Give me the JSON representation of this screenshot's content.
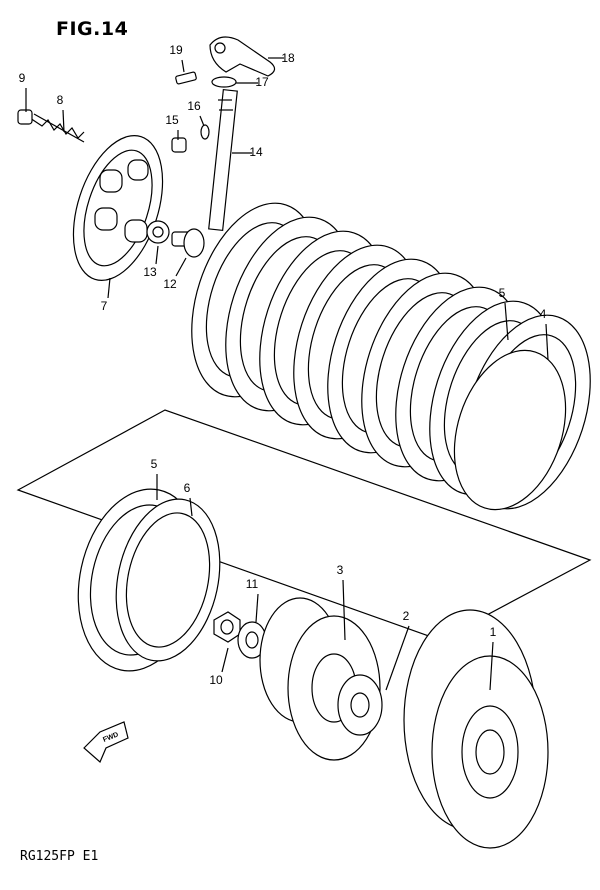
{
  "figure": {
    "title": "FIG.14",
    "model_code": "RG125FP  E1",
    "fwd_label": "FWD"
  },
  "callouts": [
    {
      "id": "c1",
      "label": "1"
    },
    {
      "id": "c2",
      "label": "2"
    },
    {
      "id": "c3",
      "label": "3"
    },
    {
      "id": "c4",
      "label": "4"
    },
    {
      "id": "c5a",
      "label": "5"
    },
    {
      "id": "c5b",
      "label": "5"
    },
    {
      "id": "c6",
      "label": "6"
    },
    {
      "id": "c7",
      "label": "7"
    },
    {
      "id": "c8",
      "label": "8"
    },
    {
      "id": "c9",
      "label": "9"
    },
    {
      "id": "c10",
      "label": "10"
    },
    {
      "id": "c11",
      "label": "11"
    },
    {
      "id": "c12",
      "label": "12"
    },
    {
      "id": "c13",
      "label": "13"
    },
    {
      "id": "c14",
      "label": "14"
    },
    {
      "id": "c15",
      "label": "15"
    },
    {
      "id": "c16",
      "label": "16"
    },
    {
      "id": "c17",
      "label": "17"
    },
    {
      "id": "c18",
      "label": "18"
    },
    {
      "id": "c19",
      "label": "19"
    }
  ]
}
